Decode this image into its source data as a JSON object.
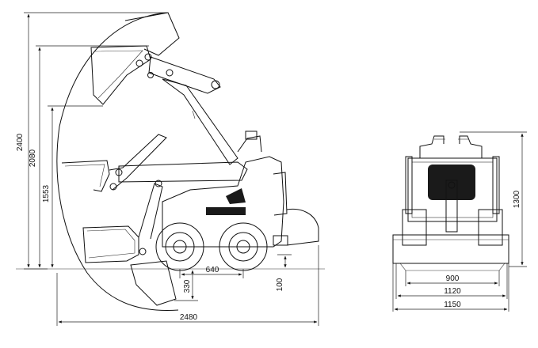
{
  "dimensions": {
    "side_view": {
      "max_hinge_height": "2400",
      "bucket_pin_height": "2080",
      "dump_height": "1553",
      "wheelbase": "640",
      "dig_depth": "330",
      "ground_clearance": "100",
      "overall_length": "2480"
    },
    "front_view": {
      "overall_height": "1300",
      "track_width": "900",
      "machine_width": "1120",
      "bucket_width": "1150"
    }
  },
  "colors": {
    "line": "#111111",
    "background": "#ffffff",
    "grille": "#1a1a1a"
  }
}
